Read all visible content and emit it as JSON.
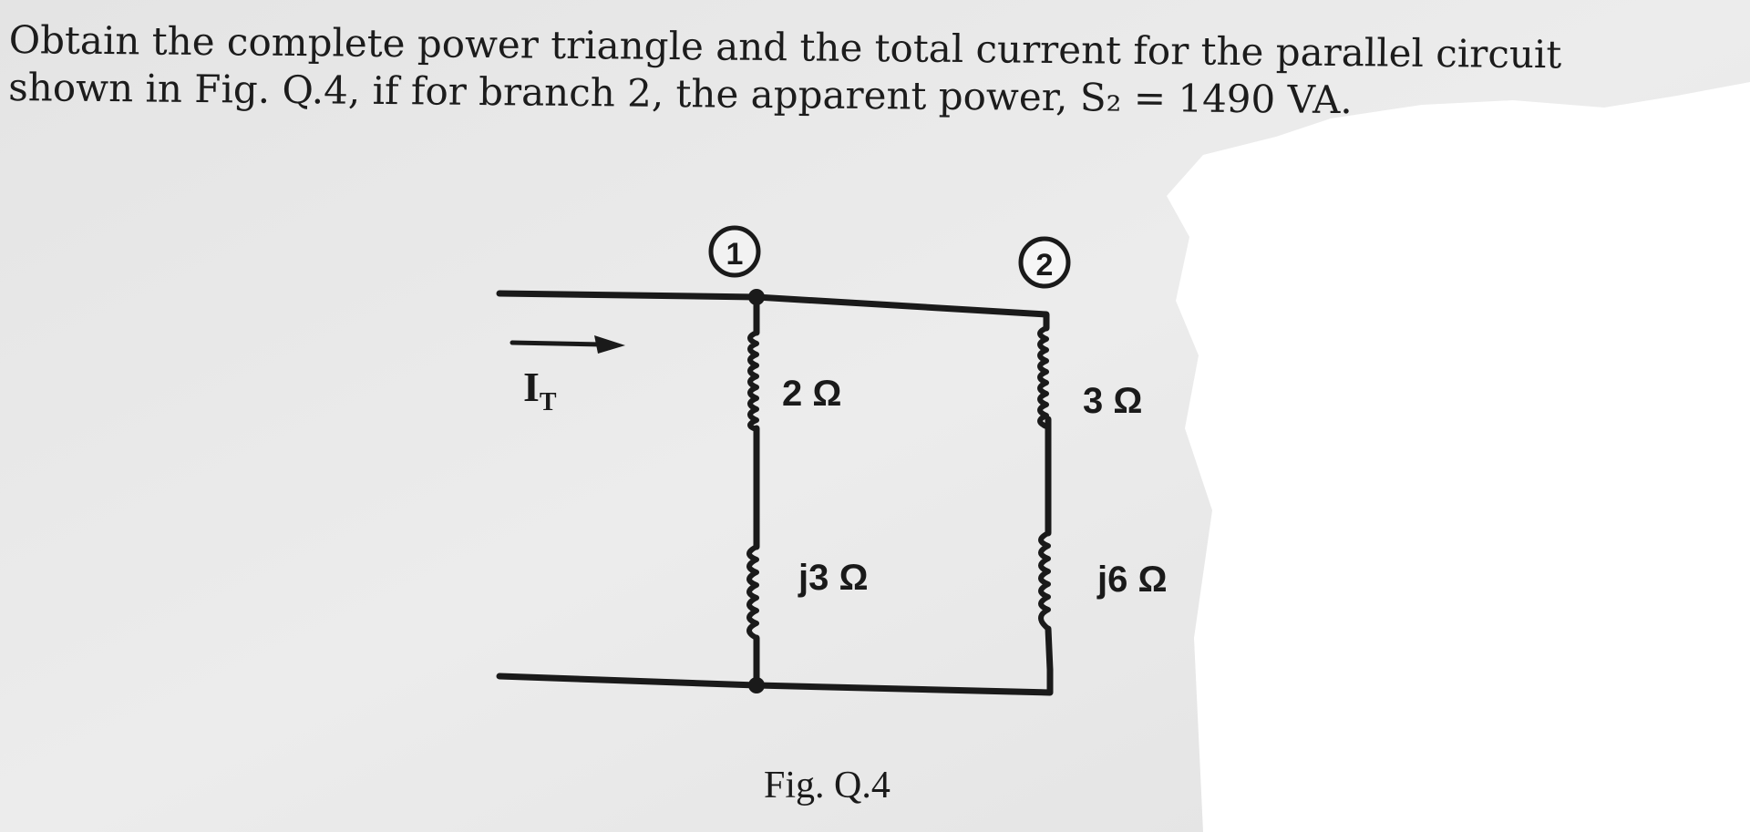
{
  "question": {
    "line1": "Obtain the complete power triangle and the total current for the parallel circuit",
    "line2": "shown in Fig. Q.4, if for branch 2, the apparent power, S₂ = 1490 VA."
  },
  "circuit": {
    "branch1_number": "1",
    "branch2_number": "2",
    "current_symbol": "I",
    "current_subscript": "T",
    "branch1_resistance": "2 Ω",
    "branch1_reactance": "j3 Ω",
    "branch2_resistance": "3 Ω",
    "branch2_reactance": "j6 Ω"
  },
  "figure_caption": "Fig. Q.4"
}
